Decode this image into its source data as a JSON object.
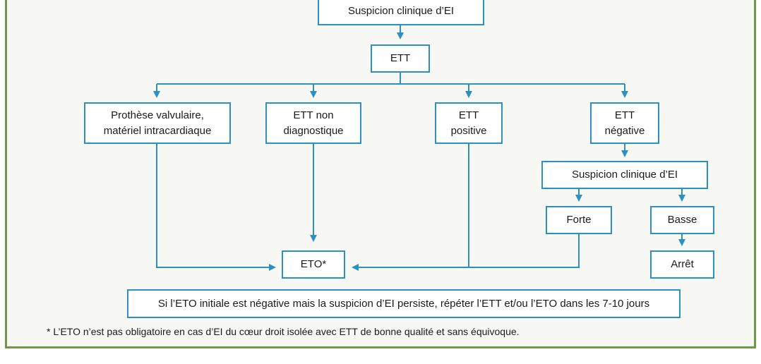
{
  "diagram": {
    "nodes": {
      "suspicion_top": "Suspicion clinique d’EI",
      "ett": "ETT",
      "prothese": "Prothèse valvulaire,\nmatériel intracardiaque",
      "ett_non_diag": "ETT non\ndiagnostique",
      "ett_positive": "ETT\npositive",
      "ett_negative": "ETT\nnégative",
      "suspicion_second": "Suspicion clinique d’EI",
      "forte": "Forte",
      "basse": "Basse",
      "eto": "ETO*",
      "arret": "Arrêt",
      "repeat_note": "Si l’ETO initiale est négative mais la suspicion d’EI persiste, répéter l’ETT et/ou l’ETO dans les 7-10 jours"
    },
    "footnote": "* L’ETO n’est pas obligatoire en cas d’EI du cœur droit isolée avec ETT de bonne qualité et sans équivoque.",
    "colors": {
      "border": "#6f9a45",
      "connector": "#2e8fc5",
      "box_border": "#2e8fc5"
    }
  }
}
